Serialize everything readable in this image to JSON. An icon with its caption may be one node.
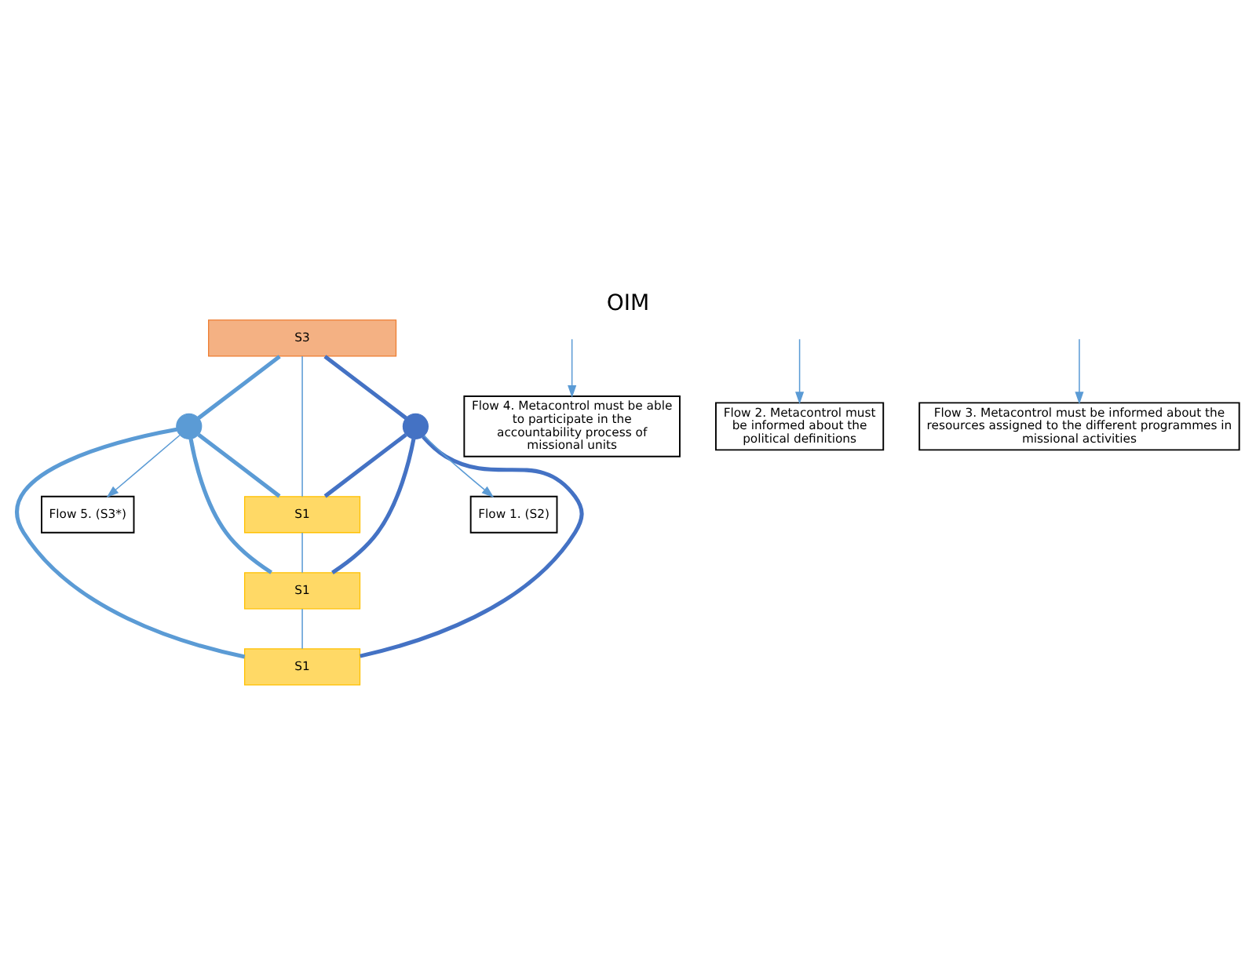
{
  "diagram": {
    "title": "OIM",
    "nodes": [
      {
        "text": [
          "S3"
        ]
      },
      {
        "text": [
          "S1"
        ]
      },
      {
        "text": [
          "S1"
        ]
      },
      {
        "text": [
          "S1"
        ]
      },
      {
        "text": [],
        "shape": "circle"
      },
      {
        "text": [],
        "shape": "circle"
      },
      {
        "text": [
          "Flow 5. (S3*)"
        ]
      },
      {
        "text": [
          "Flow 1. (S2)"
        ]
      },
      {
        "text": [
          "Flow 4. Metacontrol must be able to participate in the accountability process of missional units"
        ]
      },
      {
        "text": [
          "Flow 2. Metacontrol must be informed about the political definitions"
        ]
      },
      {
        "text": [
          "Flow 3. Metacontrol must be informed about the resources assigned to the different programmes in missional activities"
        ]
      }
    ],
    "edges": [
      {
        "from": 0,
        "to": 1,
        "arrow": "none"
      },
      {
        "from": 1,
        "to": 2,
        "arrow": "none"
      },
      {
        "from": 2,
        "to": 3,
        "arrow": "none"
      },
      {
        "from": 0,
        "to": 4,
        "arrow": "none",
        "style": "thick"
      },
      {
        "from": 4,
        "to": 1,
        "arrow": "none",
        "style": "thick"
      },
      {
        "from": 4,
        "to": 2,
        "arrow": "none",
        "style": "thick"
      },
      {
        "from": 4,
        "to": 3,
        "arrow": "none",
        "style": "thick"
      },
      {
        "from": 0,
        "to": 5,
        "arrow": "none",
        "style": "thick",
        "color": "#4472c4"
      },
      {
        "from": 5,
        "to": 1,
        "arrow": "none",
        "style": "thick",
        "color": "#4472c4"
      },
      {
        "from": 5,
        "to": 2,
        "arrow": "none",
        "style": "thick",
        "color": "#4472c4"
      },
      {
        "from": 5,
        "to": 3,
        "arrow": "none",
        "style": "thick",
        "color": "#4472c4"
      },
      {
        "from": 4,
        "to": 6,
        "arrow": "to"
      },
      {
        "from": 5,
        "to": 7,
        "arrow": "to"
      },
      {
        "from": null,
        "to": 8,
        "arrow": "to"
      },
      {
        "from": null,
        "to": 9,
        "arrow": "to"
      },
      {
        "from": null,
        "to": 10,
        "arrow": "to"
      }
    ]
  }
}
